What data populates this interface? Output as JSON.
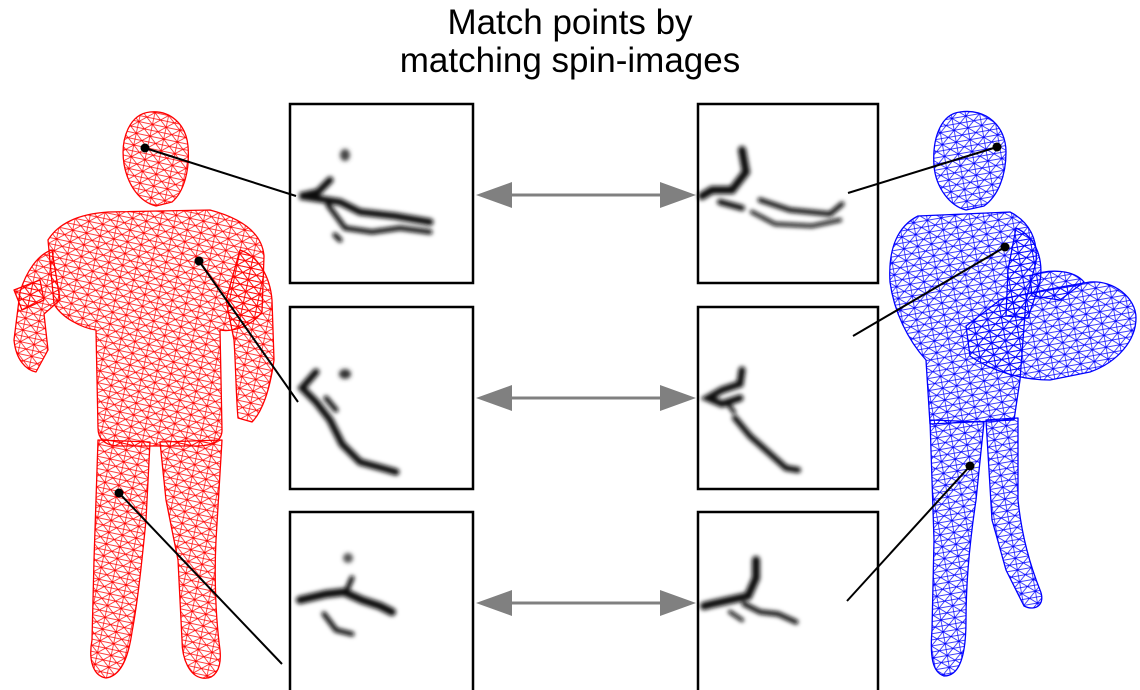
{
  "title": {
    "line1": "Match points by",
    "line2": "matching spin-images"
  },
  "colors": {
    "left_mesh": "#ff0000",
    "right_mesh": "#0000ff",
    "arrow": "#808080",
    "box_border": "#000000",
    "connector": "#000000"
  },
  "figures": {
    "left_model": "human figure wireframe mesh, standing pose",
    "right_model": "human figure wireframe mesh, arms bent forward"
  },
  "spin_image_rows": [
    {
      "left_spin_image": "spin-image-1-left",
      "right_spin_image": "spin-image-1-right",
      "arrow": "double-headed-arrow"
    },
    {
      "left_spin_image": "spin-image-2-left",
      "right_spin_image": "spin-image-2-right",
      "arrow": "double-headed-arrow"
    },
    {
      "left_spin_image": "spin-image-3-left",
      "right_spin_image": "spin-image-3-right",
      "arrow": "double-headed-arrow"
    }
  ]
}
